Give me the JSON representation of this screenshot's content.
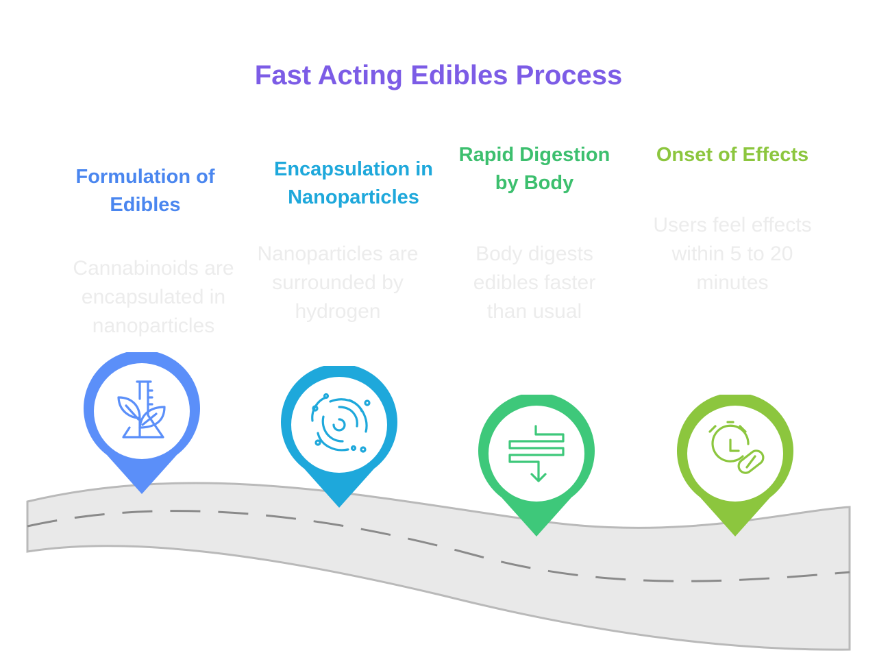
{
  "title": "Fast Acting Edibles Process",
  "steps": [
    {
      "title": "Formulation of Edibles",
      "description": "Cannabinoids are encapsulated in nanoparticles",
      "icon": "plant-flask-icon",
      "color": "#5b8ff9"
    },
    {
      "title": "Encapsulation in Nanoparticles",
      "description": "Nanoparticles are surrounded by hydrogen",
      "icon": "swirl-particles-icon",
      "color": "#1ea8db"
    },
    {
      "title": "Rapid Digestion by Body",
      "description": "Body digests edibles faster than usual",
      "icon": "digestion-flow-icon",
      "color": "#3ec87a"
    },
    {
      "title": "Onset of Effects",
      "description": "Users feel effects within 5 to 20 minutes",
      "icon": "alarm-clock-pill-icon",
      "color": "#8cc63e"
    }
  ]
}
